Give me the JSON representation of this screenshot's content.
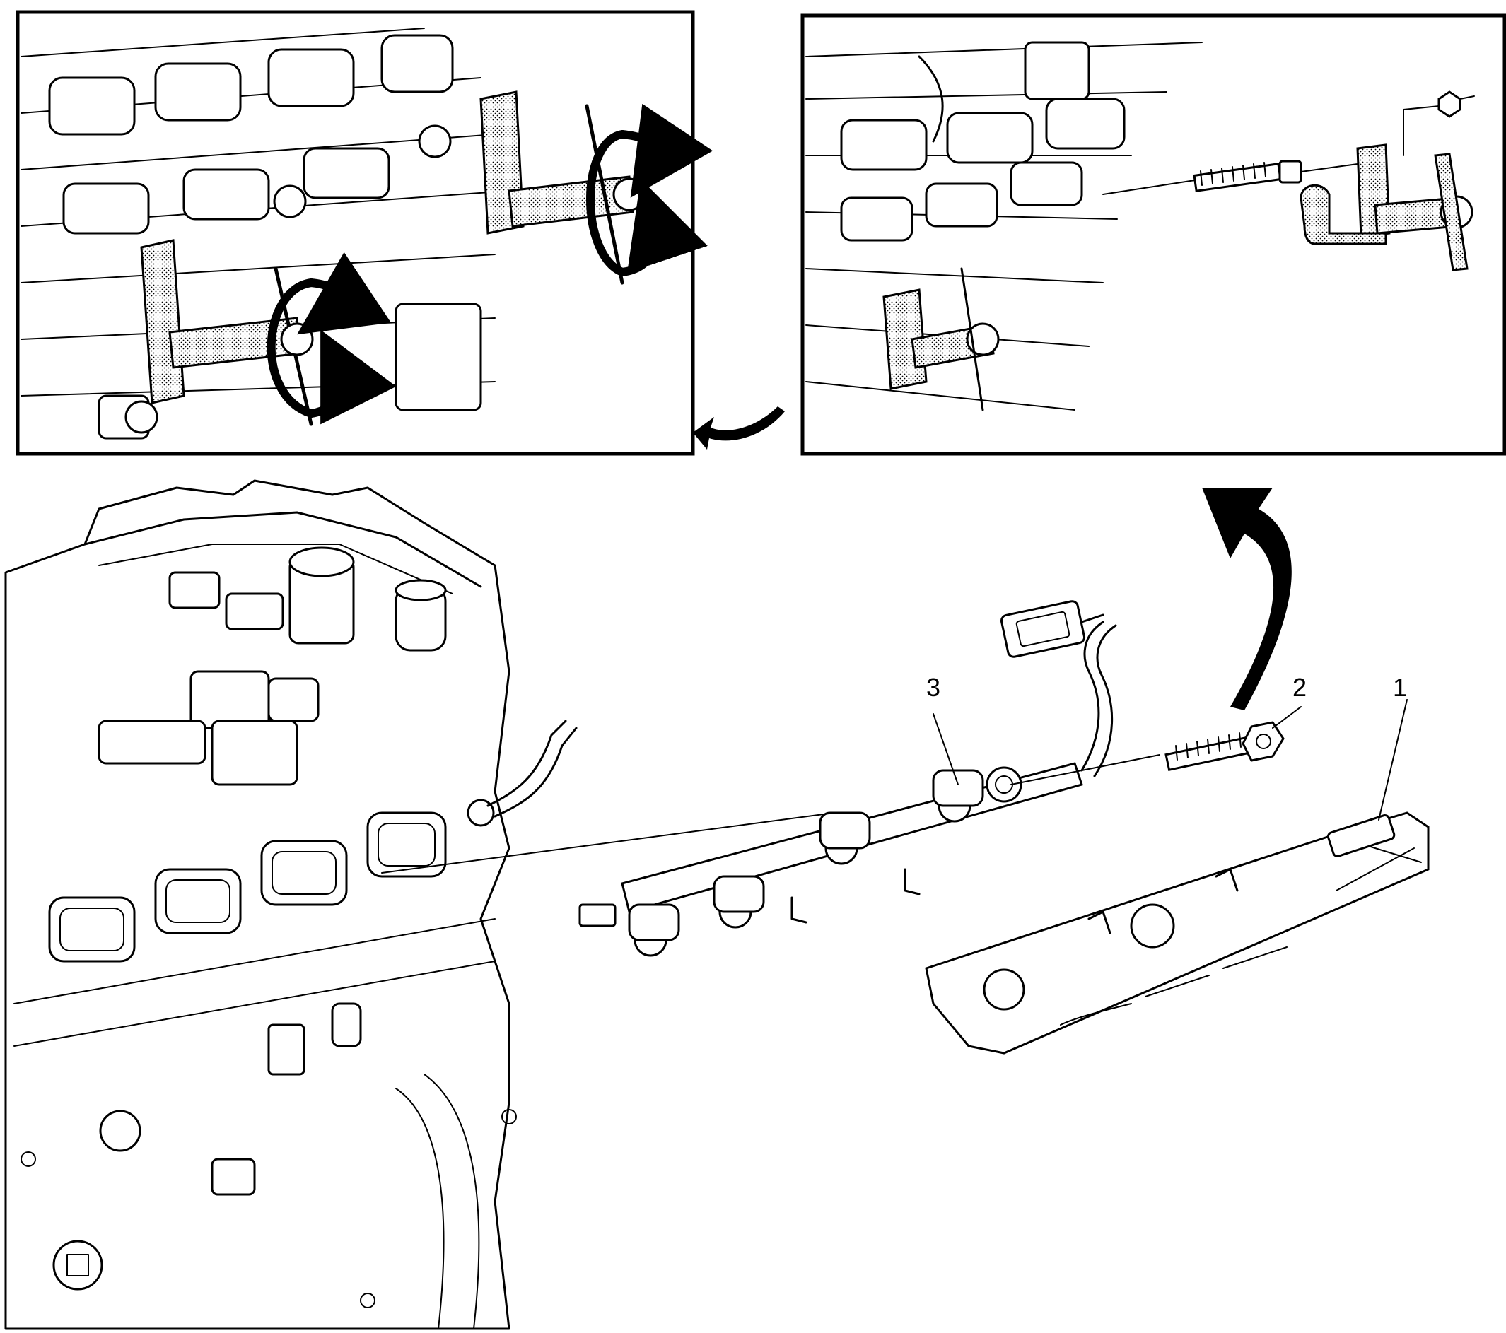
{
  "diagram": {
    "callouts": [
      {
        "id": "1",
        "label": "1",
        "part": "fuel-rail-cover"
      },
      {
        "id": "2",
        "label": "2",
        "part": "fuel-rail-bolt"
      },
      {
        "id": "3",
        "label": "3",
        "part": "fuel-rail-assembly"
      }
    ],
    "insets": [
      {
        "id": "inset-left",
        "content": "fuel-rail-installation-tool-with-rotation-arrows"
      },
      {
        "id": "inset-right",
        "content": "tool-stud-and-nut-exploded-view"
      }
    ],
    "colors": {
      "line": "#000000",
      "background": "#ffffff",
      "stipple": "#000000"
    }
  }
}
